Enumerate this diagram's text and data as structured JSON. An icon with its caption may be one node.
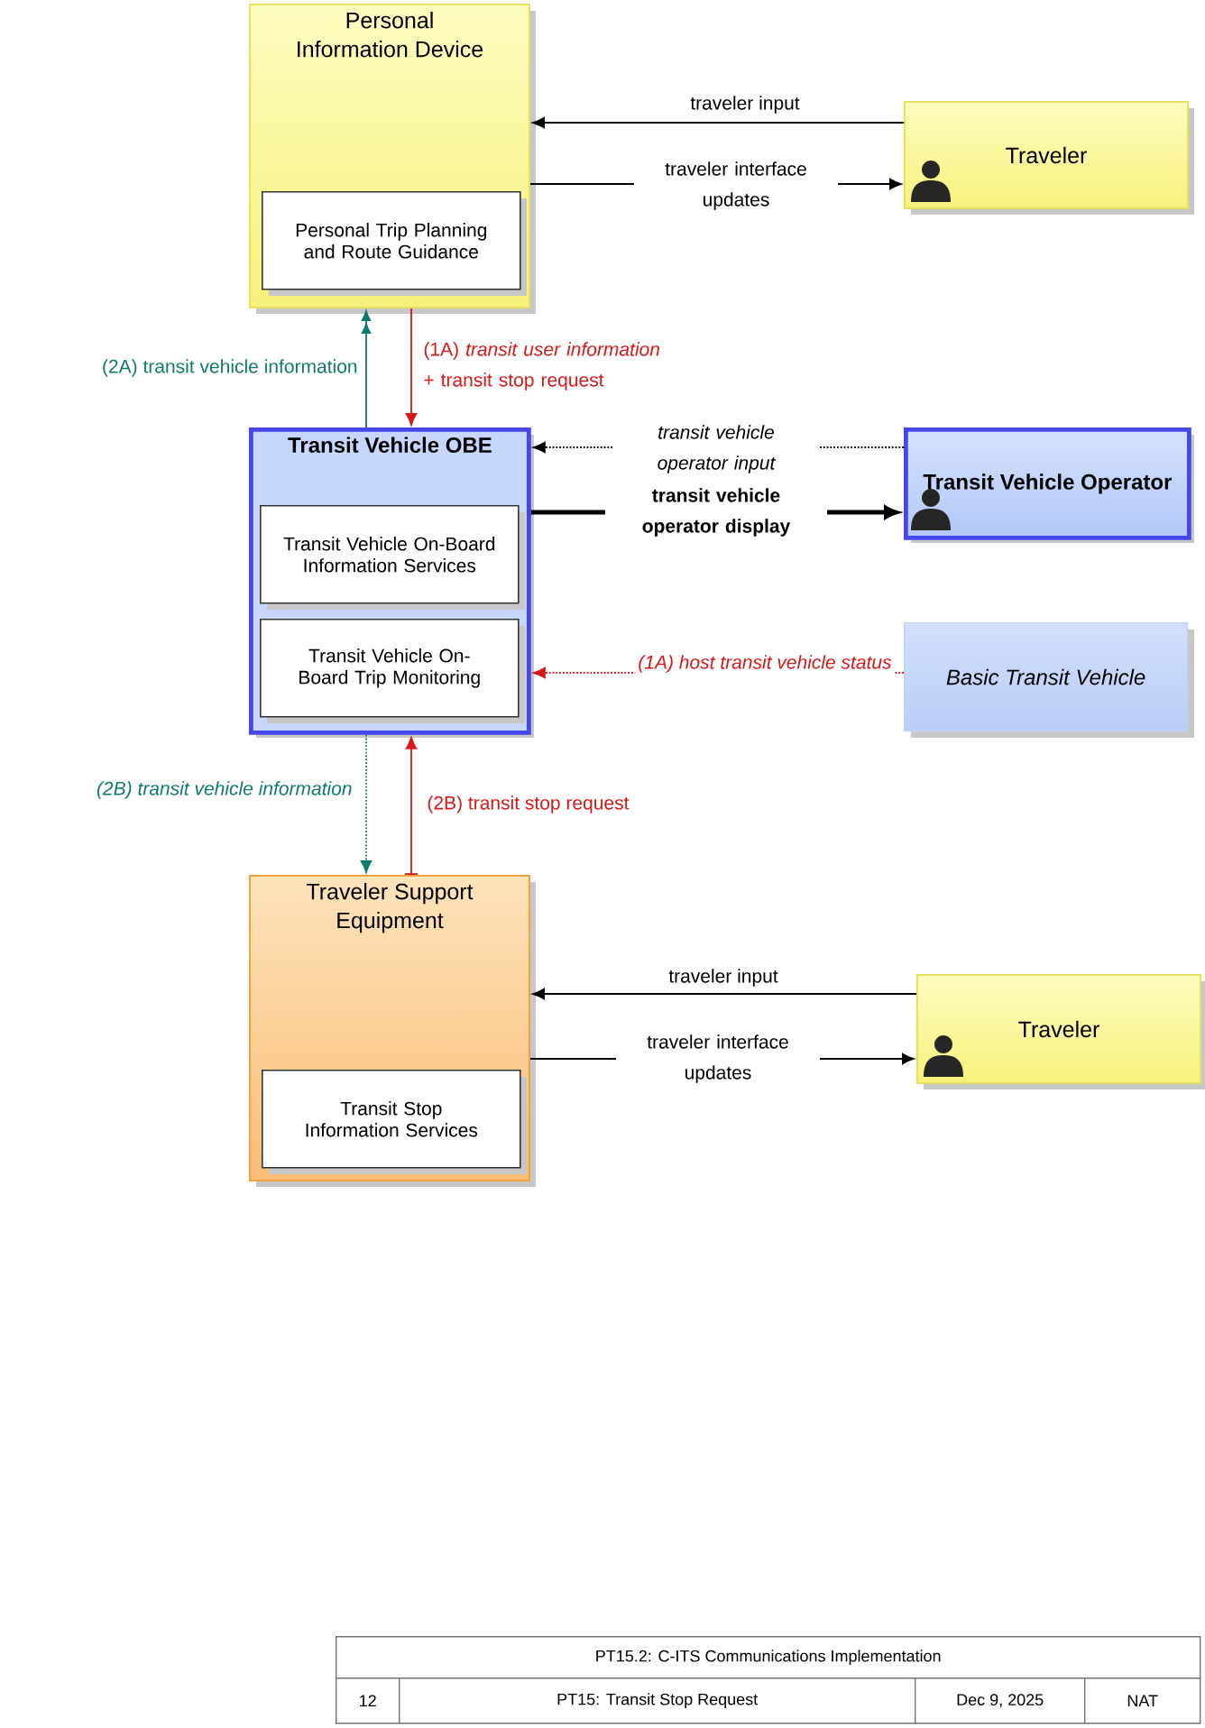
{
  "diagram": {
    "nodes": [
      {
        "text": [
          "Personal Information Device"
        ]
      },
      {
        "text": [
          "Personal Trip Planning and Route Guidance"
        ],
        "in": 0
      },
      {
        "text": [
          "Traveler"
        ]
      },
      {
        "text": [
          "Transit Vehicle OBE"
        ]
      },
      {
        "text": [
          "Transit Vehicle On-Board Information Services"
        ],
        "in": 3
      },
      {
        "text": [
          "Transit Vehicle On-Board Trip Monitoring"
        ],
        "in": 3
      },
      {
        "text": [
          "Transit Vehicle Operator"
        ]
      },
      {
        "text": [
          "Basic Transit Vehicle"
        ]
      },
      {
        "text": [
          "Traveler Support Equipment"
        ]
      },
      {
        "text": [
          "Transit Stop Information Services"
        ],
        "in": 8
      },
      {
        "text": [
          "Traveler"
        ]
      }
    ],
    "edges": [
      {
        "from": 2,
        "to": 0,
        "arrow": "to",
        "label": "traveler input"
      },
      {
        "from": 0,
        "to": 2,
        "arrow": "to",
        "label": "traveler interface updates"
      },
      {
        "from": 3,
        "to": 0,
        "arrow": "to",
        "label": "(2A) transit vehicle information",
        "color": "#0f7a6c"
      },
      {
        "from": 0,
        "to": 3,
        "arrow": "to",
        "label": "(1A) *transit user information* + transit stop request",
        "color": "#d81818"
      },
      {
        "from": 6,
        "to": 3,
        "arrow": "to",
        "label": "transit vehicle operator input",
        "style": "dashed"
      },
      {
        "from": 3,
        "to": 6,
        "arrow": "to",
        "label": "transit vehicle operator display",
        "style": "thick"
      },
      {
        "from": 7,
        "to": 3,
        "arrow": "to",
        "label": "(1A) host transit vehicle status",
        "style": "dashed",
        "color": "#d81818"
      },
      {
        "from": 3,
        "to": 8,
        "arrow": "to",
        "label": "(2B) transit vehicle information",
        "style": "dashed",
        "color": "#0f7a6c"
      },
      {
        "from": 8,
        "to": 3,
        "arrow": "to",
        "label": "(2B) transit stop request",
        "color": "#d81818"
      },
      {
        "from": 10,
        "to": 8,
        "arrow": "to",
        "label": "traveler input"
      },
      {
        "from": 8,
        "to": 10,
        "arrow": "to",
        "label": "traveler interface updates"
      }
    ],
    "labels": [
      "PT15.2: C-ITS Communications Implementation",
      "12",
      "PT15: Transit Stop Request",
      "Dec 9, 2025",
      "NAT"
    ]
  }
}
